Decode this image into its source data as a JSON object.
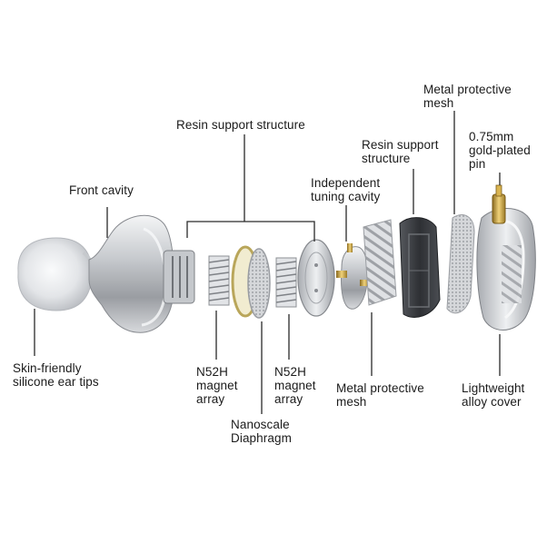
{
  "labels": {
    "front_cavity": "Front cavity",
    "ear_tips": "Skin-friendly\nsilicone ear tips",
    "resin_support_top": "Resin support structure",
    "magnet_left": "N52H\nmagnet\narray",
    "diaphragm": "Nanoscale\nDiaphragm",
    "magnet_right": "N52H\nmagnet\narray",
    "tuning_cavity": "Independent\ntuning cavity",
    "resin_support_right": "Resin support\nstructure",
    "mesh_top": "Metal protective\nmesh",
    "pin": "0.75mm\ngold-plated\npin",
    "mesh_bottom": "Metal protective\nmesh",
    "alloy_cover": "Lightweight\nalloy cover"
  },
  "colors": {
    "text": "#1b1b1b",
    "leader": "#2a2a2a",
    "metal_light": "#e9eaec",
    "metal_dark": "#8c8f94",
    "gold": "#c9a23a",
    "resin_dark": "#3a3c40",
    "silicone": "#e3e5e8"
  }
}
